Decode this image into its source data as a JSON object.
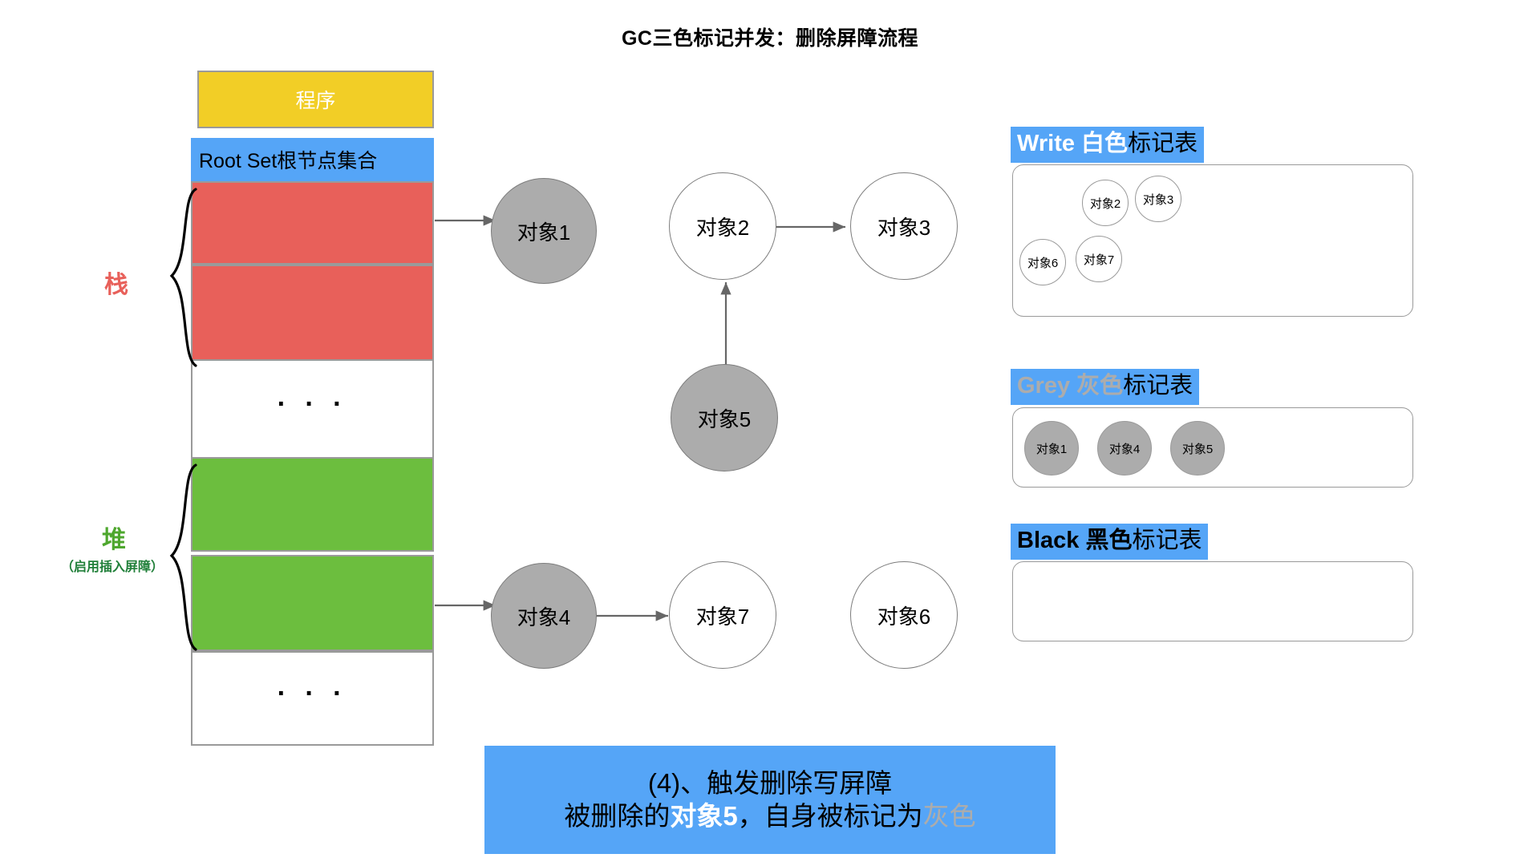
{
  "title": "GC三色标记并发：删除屏障流程",
  "memory": {
    "program_label": "程序",
    "rootset_label": "Root Set根节点集合",
    "ellipsis": "· · ·",
    "stack_region_label": "栈",
    "heap_region_label": "堆",
    "heap_region_sublabel": "（启用插入屏障）"
  },
  "objects": {
    "o1": "对象1",
    "o2": "对象2",
    "o3": "对象3",
    "o4": "对象4",
    "o5": "对象5",
    "o6": "对象6",
    "o7": "对象7"
  },
  "tables": {
    "white": {
      "title_en": "Write",
      "title_color_cn": "白色",
      "title_rest": "标记表",
      "items": [
        "对象2",
        "对象3",
        "对象6",
        "对象7"
      ]
    },
    "grey": {
      "title_en": "Grey",
      "title_color_cn": "灰色",
      "title_rest": "标记表",
      "items": [
        "对象1",
        "对象4",
        "对象5"
      ]
    },
    "black": {
      "title_en": "Black",
      "title_color_cn": "黑色",
      "title_rest": "标记表",
      "items": []
    }
  },
  "caption": {
    "line1": "(4)、触发删除写屏障",
    "line2_part1": "被删除的",
    "line2_strong": "对象5",
    "line2_part2": "，自身被标记为",
    "line2_grey": "灰色"
  },
  "colors": {
    "program_yellow": "#F2CE26",
    "rootset_blue": "#55A5F7",
    "stack_red": "#E8605A",
    "heap_green": "#6CBE3E",
    "object_grey": "#ACACAC",
    "stroke_grey": "#9a9a9a",
    "stack_label_red": "#E8605A",
    "heap_label_green": "#4EA72E"
  }
}
